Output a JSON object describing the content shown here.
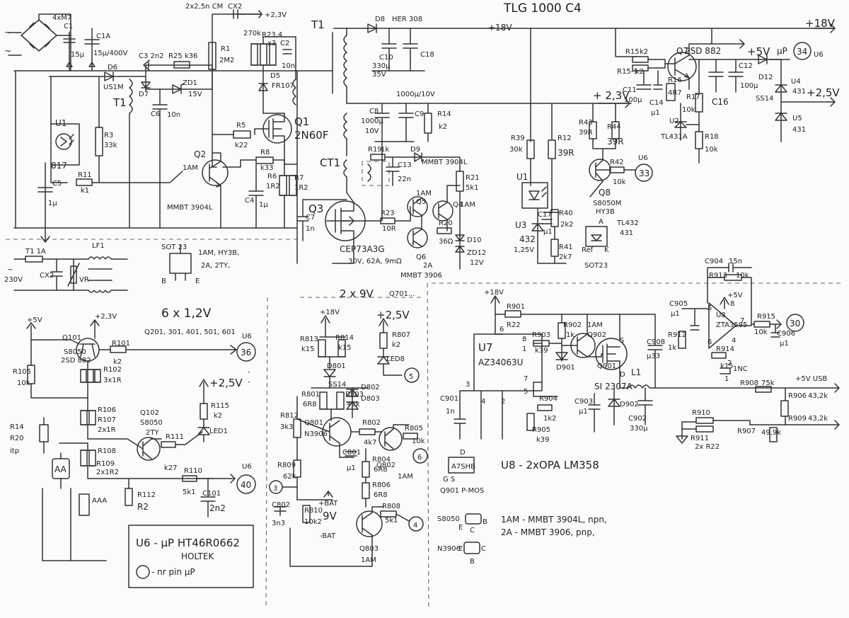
{
  "title": "TLG 1000 C4",
  "rails": {
    "v18_top": "+18V",
    "v18_right": "+18V",
    "v5": "+5V",
    "uP": "µP",
    "v2_5": "+2,5V",
    "v2_3": "+2,3V",
    "v2_3_mid": "+ 2,3V",
    "v5_left": "+5V",
    "v2_3_left": "+2,3V",
    "v2_5_left": "+2,5V",
    "v18_mid": "+18V",
    "v2_5_mid": "+2,5V",
    "v18_bot": "+18V",
    "v5_u8": "+5V",
    "v5_usb": "+5V USB",
    "bat_plus": "+BAT",
    "bat_minus": "-BAT",
    "nine_v": "9V"
  },
  "labels": {
    "bridge": "4xM7",
    "c_top": "2x2,5n CM",
    "cx2_top": "CX2",
    "t1": "T1",
    "t1_left": "T1",
    "ct1": "CT1",
    "u1": "U1",
    "u1_part": "817",
    "q1": "Q1",
    "q1_part": "2N60F",
    "q2": "Q2",
    "q2_part": "1AM",
    "q2_mmbt": "MMBT 3904L",
    "q3": "Q3",
    "q3_part": "CEP73A3G",
    "q3_spec": "30V, 62A, 9mΩ",
    "q4": "Q4",
    "q4_part": "1AM",
    "q5": "Q5",
    "q5_part": "1AM",
    "q6": "Q6",
    "q6_part": "2A",
    "q6_mmbt": "MMBT 3906",
    "q7": "Q7",
    "q7_part": "2SD 882",
    "q8": "Q8",
    "q8_part": "S8050M",
    "q8_hy3b": "HY3B",
    "u2": "U2",
    "u2_part": "TL431A",
    "u3": "U3",
    "u3_part": "432",
    "u3_volt": "1,25V",
    "u4": "U4",
    "u4_part": "431",
    "u5": "U5",
    "u5_part": "431",
    "u6_tag": "U6",
    "tl432": "TL432",
    "tl432_sub": "431",
    "sot23_a": "SOT 23",
    "sot23_b": "SOT23",
    "sot_types": "1AM, HY3B,",
    "sot_types2": "2A, 2TY,",
    "ref": "Ref",
    "lf1": "LF1",
    "t1a": "T1 1A",
    "v230": "230V",
    "cx2": "CX2",
    "vr": "VR",
    "six_cells": "6 x 1,2V",
    "q_series": "Q201, 301, 401, 501, 601",
    "q101": "Q101",
    "q101_part": "S8050",
    "q101_alt": "2SD 882",
    "q102": "Q102",
    "q102_part": "S8050",
    "q102_alt": "2TY",
    "led1": "LED1",
    "aa": "AA",
    "aaa": "AAA",
    "r14_itp": "R14",
    "r20": "R20",
    "itp": "itp",
    "u6_box_title": "U6 - µP HT46R0662",
    "holtek": "HOLTEK",
    "pin_note": "- nr pin µP",
    "two_9v": "2 x 9V",
    "q701": "Q701...",
    "led8": "LED8",
    "d801": "D801",
    "ss14": "SS14",
    "d802": "D802",
    "d803": "D803",
    "q801": "Q801",
    "q801_part": "N3906",
    "q802": "Q802",
    "q802_part": "1AM",
    "q803": "Q803",
    "q803_part": "1AM",
    "u7": "U7",
    "u7_part": "AZ34063U",
    "q901": "Q901",
    "q901_part": "SI 2307A",
    "q902": "Q902",
    "q902_part": "1AM",
    "d901": "D901",
    "d902": "D902",
    "l1": "L1",
    "u8": "U8",
    "u8_part": "ZTA3585",
    "u8_note": "U8 - 2xOPA LM358",
    "a7shb": "A7SHB",
    "q901_pmos": "Q901 P-MOS",
    "gds": "G    S",
    "d_pin": "D",
    "s8050_pin": "S8050",
    "n3906_pin": "N3906",
    "note_1am": "1AM - MMBT 3904L, npn,",
    "note_2a": "2A - MMBT 3906, pnp,",
    "nc": "1NC"
  },
  "components": {
    "c1": "C1",
    "c1_val": "15µ",
    "c1a": "C1A",
    "c1a_val": "15µ/400V",
    "d6": "D6",
    "d6_part": "US1M",
    "d7": "D7",
    "c3": "C3 2n2",
    "r25": "R25 k36",
    "zd1": "ZD1",
    "zd1_val": "15V",
    "c6": "C6",
    "c6_val": "10n",
    "r1": "R1",
    "r1_val": "2M2",
    "r3": "R3",
    "r3_val": "33k",
    "r2_top": "270k",
    "r23": "R23,4",
    "r23_val": "x3",
    "c2": "C2",
    "c2_val": "10n",
    "d5": "D5",
    "d5_part": "FR107",
    "r5": "R5",
    "r5_val": "k22",
    "r8": "R8",
    "r8_val": "k33",
    "r6": "R6",
    "r6_val": "1R2",
    "r7": "R7",
    "r7_val": "1R2",
    "c4": "C4",
    "c4_val": "1µ",
    "c5": "C5",
    "c5_val": "1µ",
    "r11": "R11",
    "r11_val": "k1",
    "d8": "D8",
    "d8_part": "HER 308",
    "c10": "C10",
    "c10_val": "330µ",
    "c10_v": "35V",
    "c18": "C18",
    "c8_top": "1000µ/10V",
    "c8": "C8",
    "c8_val": "1000µ",
    "c8_v": "10V",
    "c9": "C9",
    "r14": "R14",
    "r14_val": "k2",
    "r19": "R19",
    "r19_val": "1k",
    "c13": "C13",
    "c13_val": "22n",
    "d9": "D9",
    "d9_part": "MMBT 3904L",
    "r21": "R21",
    "r21_val": "5k1",
    "r23b": "R23",
    "r23b_val": "10R",
    "r20b": "R20",
    "r20b_val": "36Ω",
    "d10": "D10",
    "zd12": "ZD12",
    "zd12_val": "12V",
    "c7": "C7",
    "c7_val": "1n",
    "r39": "R39",
    "r39_val": "30k",
    "r12": "R12",
    "r12_val": "39R",
    "r43": "R43",
    "r43_val": "39R",
    "r44": "R44",
    "r44_val": "39R",
    "r42": "R42",
    "r42_val": "10k",
    "r40": "R40",
    "r40_val": "2k2",
    "r41": "R41",
    "r41_val": "2k7",
    "c17": "C17",
    "c17_val": "µ1",
    "r15": "R15",
    "r15_val": "k2",
    "r15b": "R15-1",
    "r15b_val": "k2",
    "c11": "C11",
    "c11_val": "100µ",
    "c14": "C14",
    "c14_val": "µ1",
    "r16": "R16",
    "r16_val": "4R7",
    "r17": "R17",
    "r17_val": "10k",
    "r18": "R18",
    "r18_val": "10k",
    "c16": "C16",
    "c12": "C12",
    "c12_val": "100µ",
    "d12": "D12",
    "d12_part": "SS14",
    "r101": "R101",
    "r101_val": "k2",
    "r102": "R102",
    "r102_val": "3x1R",
    "r105": "R105",
    "r105_val": "10k",
    "r106": "R106",
    "r107": "R107",
    "r107_val": "2x1R",
    "r108": "R108",
    "r109": "R109",
    "r109_val": "2x1R2",
    "r111": "R111",
    "r111_val": "k27",
    "r110": "R110",
    "r110_val": "5k1",
    "c101": "C101",
    "c101_val": "2n2",
    "r112": "R112",
    "r112_val": "R2",
    "r115": "R115",
    "r115_val": "k2",
    "r813": "R813",
    "r813_val": "k15",
    "r814": "R814",
    "r814_val": "k15",
    "r807": "R807",
    "r807_val": "k2",
    "r801": "R801",
    "r801_val": "6R8",
    "r803": "R803",
    "r803_val": "43k",
    "r812": "R812",
    "r812_val": "3k3",
    "r802": "R802",
    "r802_val": "4k7",
    "r805": "R805",
    "r805_val": "10k",
    "c801": "C801",
    "c801_val": "µ1",
    "r804": "R804",
    "r804_val": "6R8",
    "r806": "R806",
    "r806_val": "6R8",
    "r809": "R809",
    "r809_val": "62k",
    "c802": "C802",
    "c802_val": "3n3",
    "r810": "R810",
    "r810_val": "10k2",
    "r808": "R808",
    "r808_val": "5k1",
    "r901": "R901",
    "r901_val": "R22",
    "r902": "R902",
    "r902_val": "1k",
    "r903": "R903",
    "r903_val": "k39",
    "r904": "R904",
    "r904_val": "1k2",
    "r905": "R905",
    "r905_val": "k39",
    "c901": "C901",
    "c901_val": "1n",
    "c903": "C903",
    "c903_val": "µ1",
    "c902": "C902",
    "c902_val": "330µ",
    "c908": "C908",
    "c908_val": "µ33",
    "c904": "C904",
    "c904_val": "15n",
    "r913": "R913",
    "r913_val": "10k",
    "c905": "C905",
    "c905_val": "µ1",
    "r912": "R912",
    "r912_val": "1k",
    "r914": "R914",
    "r914_val": "k15",
    "r915": "R915",
    "r915_val": "10k",
    "c906": "C906",
    "c906_val": "µ1",
    "r908": "R908",
    "r908_val": "75k",
    "r906": "R906",
    "r906_val": "43,2k",
    "r909": "R909",
    "r909_val": "43,2k",
    "r907": "R907",
    "r907_val": "49,9k",
    "r910": "R910",
    "r911": "R911",
    "r911_val": "2x R22"
  },
  "pins": {
    "p34": "34",
    "p33": "33",
    "p36": "36",
    "p40": "40",
    "p3": "3",
    "p5": "5",
    "p6": "6",
    "p4": "4",
    "p30": "30",
    "u7_6": "6",
    "u7_8": "8",
    "u7_1": "1",
    "u7_3": "3",
    "u7_4": "4",
    "u7_2": "2",
    "u7_5": "5",
    "u7_7": "7",
    "u8_5": "5",
    "u8_8": "8",
    "u8_7": "7",
    "u8_6": "6",
    "u8_4": "4",
    "nc_2": "2",
    "nc_1": "1"
  },
  "pin_markers": {
    "b": "B",
    "e": "E",
    "c": "C",
    "a": "A",
    "k": "K",
    "g": "G",
    "s": "S",
    "d": "D"
  }
}
